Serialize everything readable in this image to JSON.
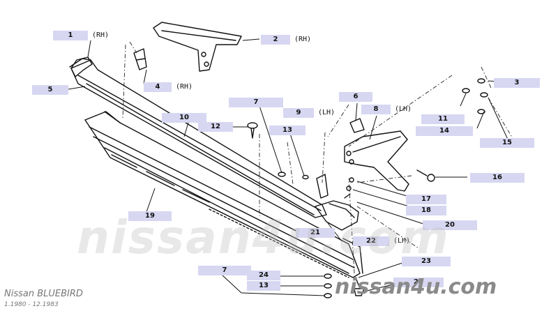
{
  "callouts": [
    {
      "id": "c1",
      "num": "1",
      "side": "(RH)"
    },
    {
      "id": "c2",
      "num": "2",
      "side": "(RH)"
    },
    {
      "id": "c3",
      "num": "3",
      "side": ""
    },
    {
      "id": "c4",
      "num": "4",
      "side": "(RH)"
    },
    {
      "id": "c5",
      "num": "5",
      "side": ""
    },
    {
      "id": "c6",
      "num": "6",
      "side": ""
    },
    {
      "id": "c7a",
      "num": "7",
      "side": ""
    },
    {
      "id": "c8",
      "num": "8",
      "side": "(LH)"
    },
    {
      "id": "c9",
      "num": "9",
      "side": "(LH)"
    },
    {
      "id": "c10",
      "num": "10",
      "side": ""
    },
    {
      "id": "c11",
      "num": "11",
      "side": ""
    },
    {
      "id": "c12",
      "num": "12",
      "side": ""
    },
    {
      "id": "c13a",
      "num": "13",
      "side": ""
    },
    {
      "id": "c14",
      "num": "14",
      "side": ""
    },
    {
      "id": "c15",
      "num": "15",
      "side": ""
    },
    {
      "id": "c16",
      "num": "16",
      "side": ""
    },
    {
      "id": "c17",
      "num": "17",
      "side": ""
    },
    {
      "id": "c18",
      "num": "18",
      "side": ""
    },
    {
      "id": "c19",
      "num": "19",
      "side": ""
    },
    {
      "id": "c20",
      "num": "20",
      "side": ""
    },
    {
      "id": "c21",
      "num": "21",
      "side": ""
    },
    {
      "id": "c22",
      "num": "22",
      "side": "(LH)"
    },
    {
      "id": "c23",
      "num": "23",
      "side": ""
    },
    {
      "id": "c7b",
      "num": "7",
      "side": ""
    },
    {
      "id": "c24",
      "num": "24",
      "side": ""
    },
    {
      "id": "c13b",
      "num": "13",
      "side": ""
    },
    {
      "id": "c25",
      "num": "25",
      "side": ""
    }
  ],
  "watermark_text": "nissan4u.com",
  "caption": {
    "model": "Nissan BLUEBIRD",
    "years": "1.1980 - 12.1983"
  }
}
